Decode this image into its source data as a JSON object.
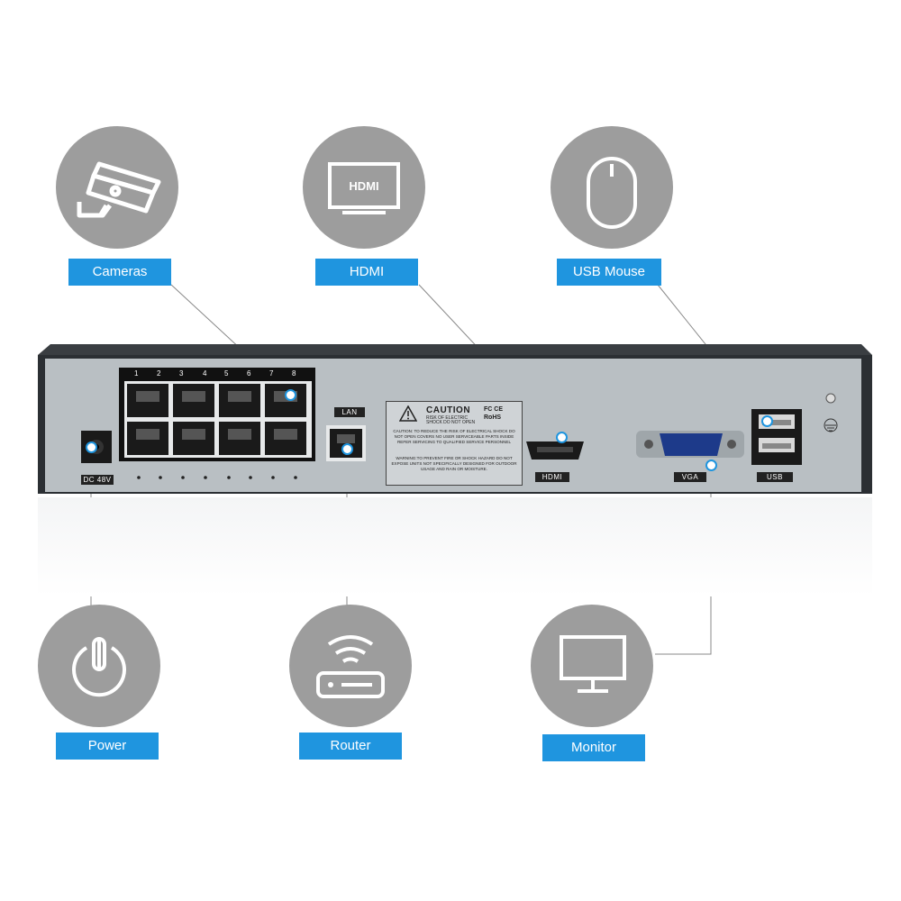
{
  "callouts": {
    "cameras": {
      "label": "Cameras",
      "icon": "cctv-camera-icon"
    },
    "hdmi": {
      "label": "HDMI",
      "icon": "hdmi-display-icon",
      "icon_text": "HDMI"
    },
    "usb_mouse": {
      "label": "USB Mouse",
      "icon": "mouse-icon"
    },
    "power": {
      "label": "Power",
      "icon": "power-icon"
    },
    "router": {
      "label": "Router",
      "icon": "router-icon"
    },
    "monitor": {
      "label": "Monitor",
      "icon": "monitor-icon"
    }
  },
  "device": {
    "poe_port_numbers": [
      "1",
      "2",
      "3",
      "4",
      "5",
      "6",
      "7",
      "8"
    ],
    "dc_label": "DC 48V",
    "lan_label": "LAN",
    "hdmi_label": "HDMI",
    "vga_label": "VGA",
    "usb_label": "USB",
    "caution": {
      "title": "CAUTION",
      "sub": "RISK OF ELECTRIC SHOCK DO NOT OPEN",
      "marks": "FC CE RoHS",
      "text1": "CAUTION: TO REDUCE THE RISK OF ELECTRICAL SHOCK DO NOT OPEN COVERS NO USER SERVICEABLE PARTS INSIDE REFER SERVICING TO QUALIFIED SERVICE PERSONNEL",
      "text2": "WARNING:TO PREVENT FIRE OR SHOCK HAZARD DO NOT EXPOSE UNITS NOT SPECIFICALLY DESIGNED FOR OUTDOOR USAGE AND RAIN OR MOISTURE."
    }
  },
  "colors": {
    "accent": "#1f95df",
    "circle": "#9d9d9d",
    "panel": "#b9bfc3",
    "frame": "#2b2f33"
  }
}
